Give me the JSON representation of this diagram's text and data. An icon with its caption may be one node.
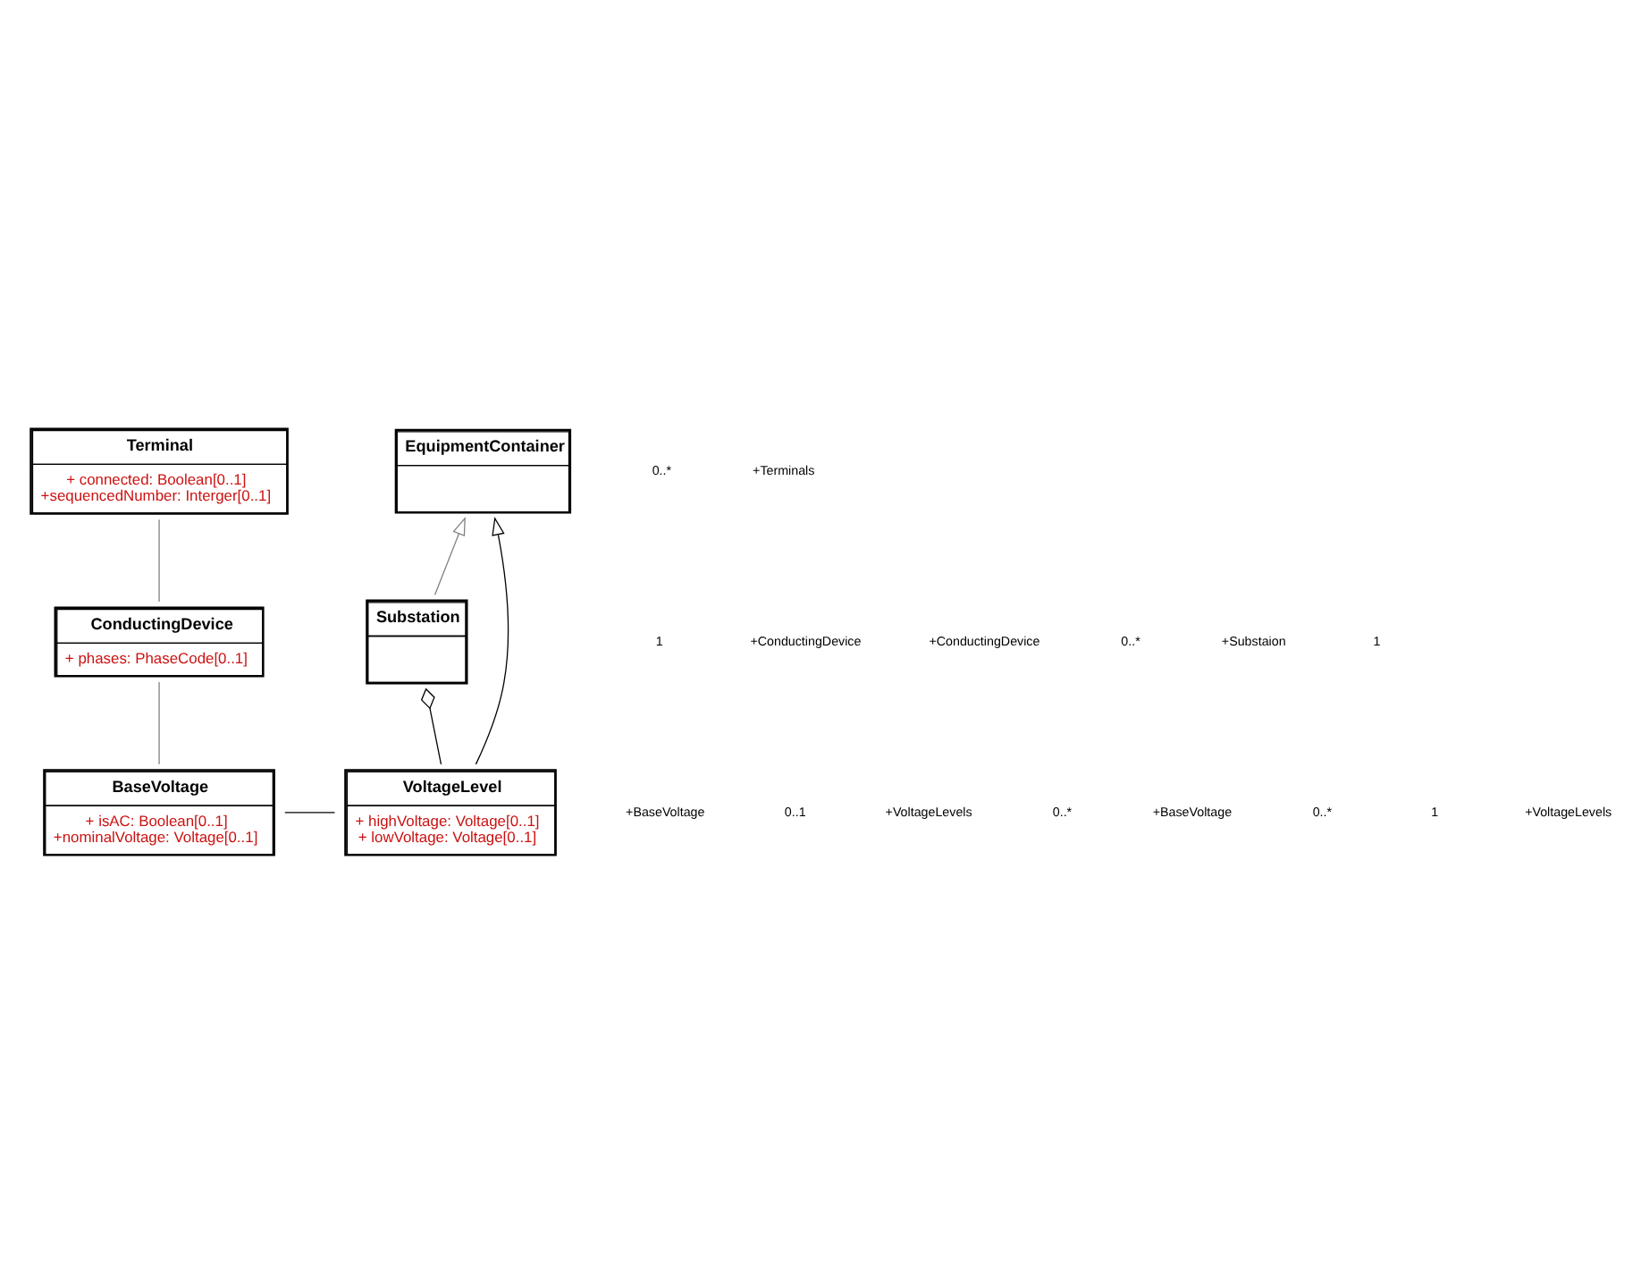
{
  "diagram": {
    "nodes": [
      {
        "text": [
          "Terminal",
          "+ connected: Boolean[0..1]",
          "+sequencedNumber: Interger[0..1]"
        ]
      },
      {
        "text": [
          "EquipmentContainer"
        ]
      },
      {
        "text": [
          "ConductingDevice",
          "+ phases: PhaseCode[0..1]"
        ]
      },
      {
        "text": [
          "Substation"
        ]
      },
      {
        "text": [
          "BaseVoltage",
          "+ isAC: Boolean[0..1]",
          "+nominalVoltage: Voltage[0..1]"
        ]
      },
      {
        "text": [
          "VoltageLevel",
          "+ highVoltage: Voltage[0..1]",
          "+ lowVoltage: Voltage[0..1]"
        ]
      }
    ],
    "edges": [
      {
        "from": 0,
        "to": 2,
        "arrow": "none",
        "color": "#808080"
      },
      {
        "from": 2,
        "to": 4,
        "arrow": "none",
        "color": "#808080"
      },
      {
        "from": 3,
        "to": 1,
        "arrow": "to",
        "color": "#808080"
      },
      {
        "from": 5,
        "to": 1,
        "arrow": "to",
        "color": "#000000"
      },
      {
        "from": 3,
        "to": 5,
        "arrow": "other",
        "color": "#000000"
      },
      {
        "from": 4,
        "to": 5,
        "arrow": "none",
        "color": "#000000"
      }
    ],
    "labels": [
      "0..*",
      "+Terminals",
      "1",
      "+ConductingDevice",
      "+ConductingDevice",
      "0..*",
      "+BaseVoltage",
      "0..1",
      "+Substaion",
      "1",
      "+VoltageLevels",
      "0..*",
      "+BaseVoltage",
      "0..*",
      "1",
      "+VoltageLevels"
    ]
  }
}
